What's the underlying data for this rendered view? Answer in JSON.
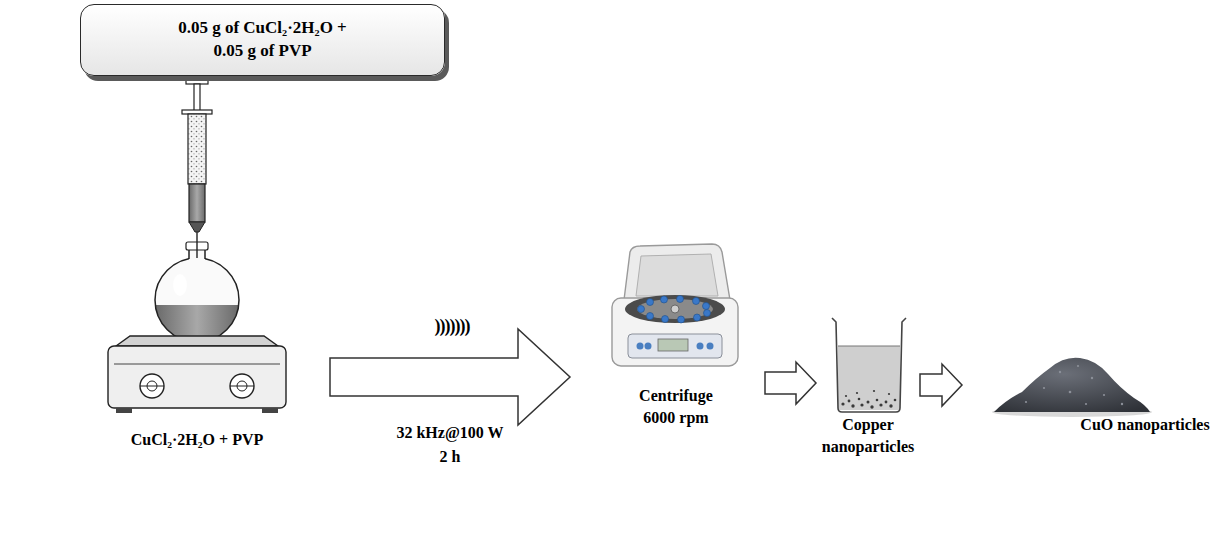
{
  "diagram": {
    "nodes": [
      {
        "text": [
          "0.05 g of CuCl₂·2H₂O + 0.05 g of PVP"
        ]
      },
      {
        "text": [
          "CuCl₂·2H₂O + PVP"
        ]
      },
      {
        "text": [
          "Centrifuge 6000 rpm"
        ]
      },
      {
        "text": [
          "Copper nanoparticles"
        ]
      },
      {
        "text": [
          "CuO nanoparticles"
        ]
      }
    ],
    "edges": [
      {
        "from": 1,
        "to": 2,
        "arrow": "to",
        "label": "32 kHz@100 W 2 h"
      },
      {
        "from": 2,
        "to": 3,
        "arrow": "to"
      },
      {
        "from": 3,
        "to": 4,
        "arrow": "to"
      }
    ],
    "labels": [
      ")))))))"
    ]
  }
}
